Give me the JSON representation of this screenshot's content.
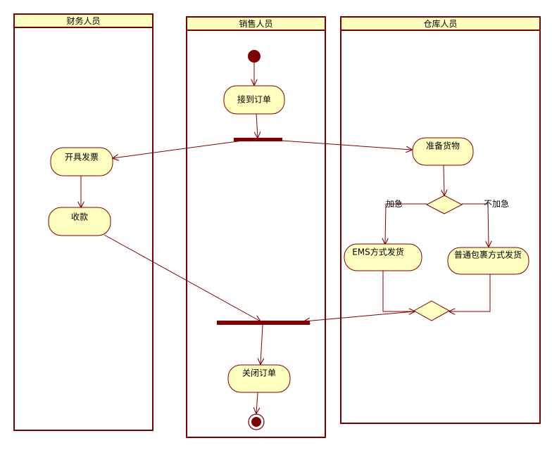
{
  "lanes": [
    {
      "id": "finance",
      "title": "财务人员"
    },
    {
      "id": "sales",
      "title": "销售人员"
    },
    {
      "id": "warehouse",
      "title": "仓库人员"
    }
  ],
  "actions": {
    "receive_order": "接到订单",
    "issue_invoice": "开具发票",
    "collect_payment": "收款",
    "prepare_goods": "准备货物",
    "ems_ship": "EMS方式发货",
    "normal_ship": "普通包裹方式发货",
    "close_order": "关闭订单"
  },
  "guards": {
    "urgent": "加急",
    "not_urgent": "不加急"
  },
  "colors": {
    "line": "#800000",
    "fill": "#ffffc0"
  }
}
